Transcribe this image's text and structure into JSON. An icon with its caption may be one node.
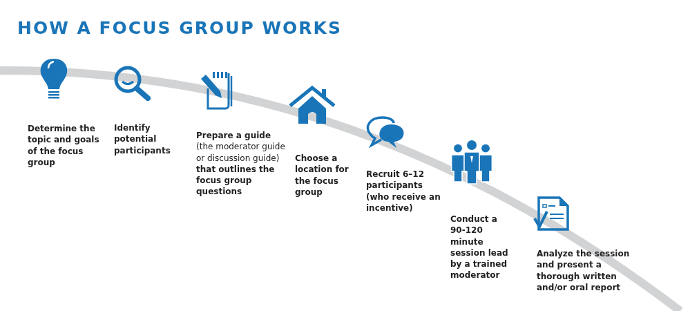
{
  "diagram": {
    "title": "HOW A FOCUS GROUP WORKS",
    "nodes": [
      {
        "text": [
          "Determine the topic and goals of the focus group"
        ]
      },
      {
        "text": [
          "Identify potential participants"
        ]
      },
      {
        "text": [
          "**Prepare a guide** (the moderator guide or discussion guide) **that outlines the focus group questions**"
        ]
      },
      {
        "text": [
          "Choose a location for the focus group"
        ]
      },
      {
        "text": [
          "Recruit 6–12 participants (who receive an incentive)"
        ]
      },
      {
        "text": [
          "Conduct a 90-120 minute session lead by a trained moderator"
        ]
      },
      {
        "text": [
          "Analyze the session and present a thorough written and/or oral report"
        ]
      }
    ]
  }
}
